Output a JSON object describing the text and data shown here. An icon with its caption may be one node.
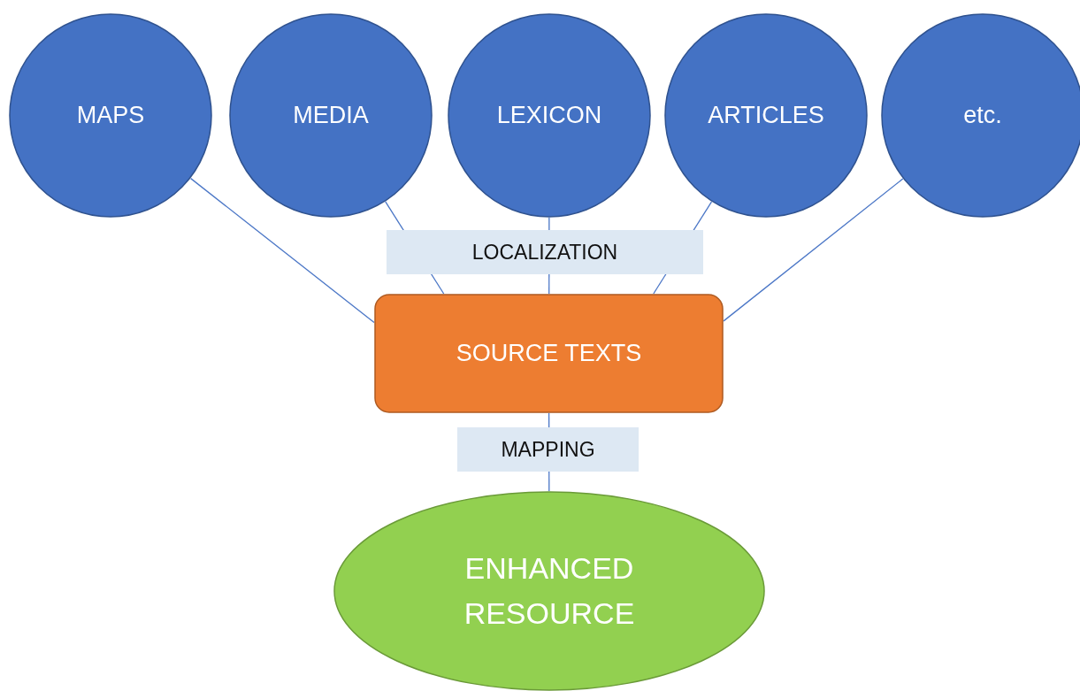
{
  "diagram": {
    "nodes": [
      {
        "text": [
          "MAPS"
        ]
      },
      {
        "text": [
          "MEDIA"
        ]
      },
      {
        "text": [
          "LEXICON"
        ]
      },
      {
        "text": [
          "ARTICLES"
        ]
      },
      {
        "text": [
          "etc."
        ]
      },
      {
        "text": [
          "SOURCE TEXTS"
        ]
      },
      {
        "text": [
          "ENHANCED RESOURCE"
        ]
      }
    ],
    "edges": [
      {
        "from": 0,
        "to": 5,
        "arrow": "none"
      },
      {
        "from": 1,
        "to": 5,
        "arrow": "none"
      },
      {
        "from": 2,
        "to": 5,
        "arrow": "none",
        "label": "LOCALIZATION"
      },
      {
        "from": 3,
        "to": 5,
        "arrow": "none"
      },
      {
        "from": 4,
        "to": 5,
        "arrow": "none"
      },
      {
        "from": 5,
        "to": 6,
        "arrow": "none",
        "label": "MAPPING"
      }
    ]
  }
}
